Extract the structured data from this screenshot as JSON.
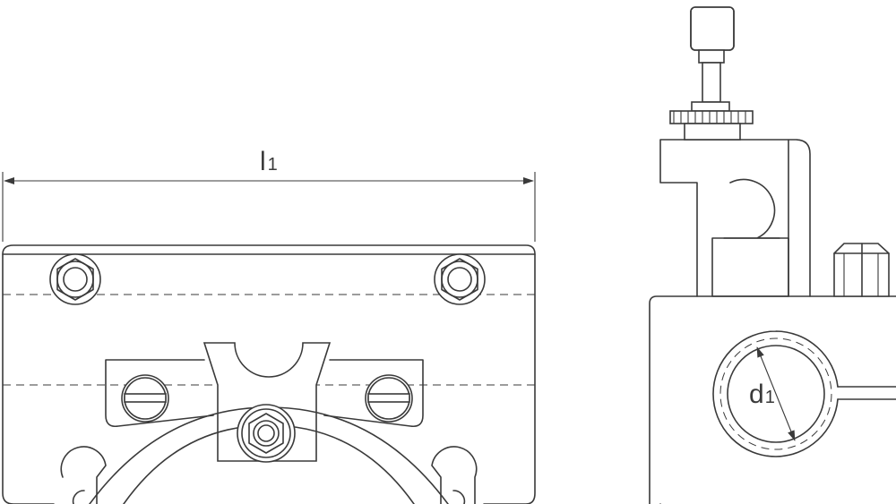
{
  "labels": {
    "length_main": "l",
    "length_sub": "1",
    "diameter_main": "d",
    "diameter_sub": "1"
  },
  "colors": {
    "line": "#3a3a3a",
    "background": "#ffffff"
  }
}
